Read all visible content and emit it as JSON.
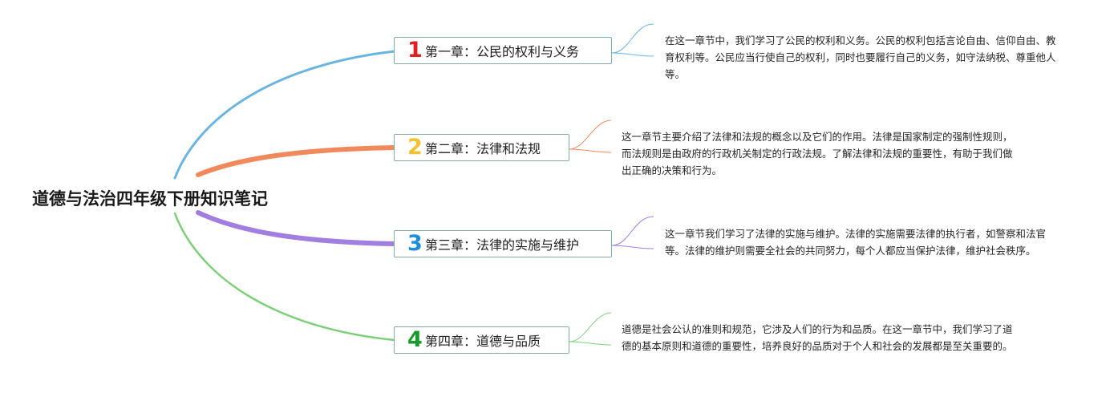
{
  "root": {
    "title": "道德与法治四年级下册知识笔记"
  },
  "branches": [
    {
      "number": "1",
      "label": "第一章：公民的权利与义务",
      "color": "#6ab5e0",
      "number_color": "#e02020",
      "description": "在这一章节中，我们学习了公民的权利和义务。公民的权利包括言论自由、信仰自由、教育权利等。公民应当行使自己的权利，同时也要履行自己的义务，如守法纳税、尊重他人等。"
    },
    {
      "number": "2",
      "label": "第二章：法律和法规",
      "color": "#f08a5d",
      "number_color": "#f2c231",
      "description": "这一章节主要介绍了法律和法规的概念以及它们的作用。法律是国家制定的强制性规则，而法规则是由政府的行政机关制定的行政法规。了解法律和法规的重要性，有助于我们做出正确的决策和行为。"
    },
    {
      "number": "3",
      "label": "第三章：法律的实施与维护",
      "color": "#a07fe0",
      "number_color": "#1e8fd6",
      "description": "这一章节我们学习了法律的实施与维护。法律的实施需要法律的执行者，如警察和法官等。法律的维护则需要全社会的共同努力，每个人都应当保护法律，维护社会秩序。"
    },
    {
      "number": "4",
      "label": "第四章：道德与品质",
      "color": "#7fcf7a",
      "number_color": "#1a9a2a",
      "description": "道德是社会公认的准则和规范，它涉及人们的行为和品质。在这一章节中，我们学习了道德的基本原则和道德的重要性，培养良好的品质对于个人和社会的发展都是至关重要的。"
    }
  ]
}
